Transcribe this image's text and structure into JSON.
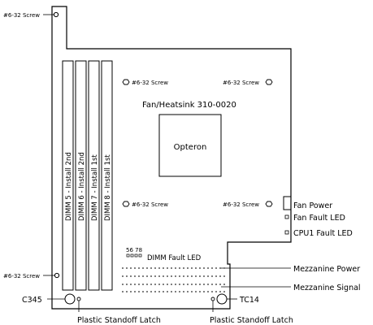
{
  "board": {
    "screw_label": "#6-32 Screw",
    "heatsink_label": "Fan/Heatsink 310-0020",
    "cpu_label": "Opteron",
    "dimms": [
      "DIMM 5 - Install 2nd",
      "DIMM 6 - Install 2nd",
      "DIMM 7 - Install 1st",
      "DIMM 8 - Install 1st"
    ],
    "dimm_led_code": "56 78",
    "dimm_led_label": "DIMM Fault LED",
    "fan_power_label": "Fan Power",
    "fan_fault_label": "Fan Fault LED",
    "cpu_fault_label": "CPU1 Fault LED",
    "mezz_power_label": "Mezzanine Power",
    "mezz_signal_label": "Mezzanine Signal",
    "left_standoff_ref": "C345",
    "right_standoff_ref": "TC14",
    "standoff_latch_label": "Plastic Standoff Latch"
  }
}
